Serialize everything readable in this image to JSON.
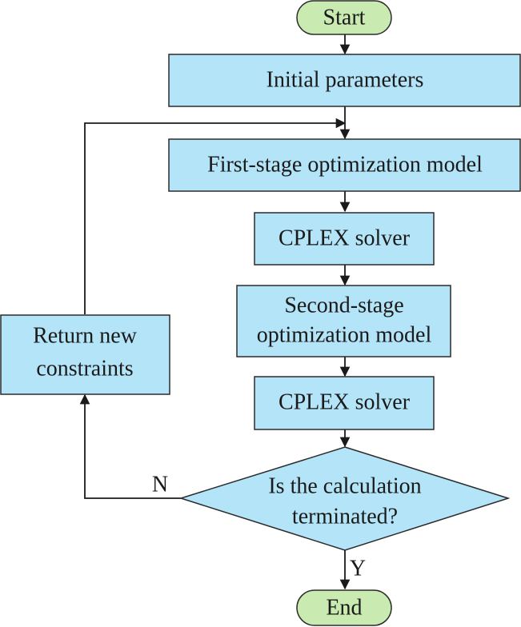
{
  "diagram": {
    "start": "Start",
    "initial": "Initial parameters",
    "first_stage": "First-stage optimization model",
    "solver1": "CPLEX solver",
    "second_stage_line1": "Second-stage",
    "second_stage_line2": "optimization model",
    "solver2": "CPLEX solver",
    "decision_line1": "Is the calculation",
    "decision_line2": "terminated?",
    "return_line1": "Return new",
    "return_line2": "constraints",
    "end": "End",
    "label_no": "N",
    "label_yes": "Y"
  },
  "colors": {
    "process_fill": "#b3e4f7",
    "terminal_fill": "#c9eab0",
    "stroke": "#2b2b2b"
  }
}
